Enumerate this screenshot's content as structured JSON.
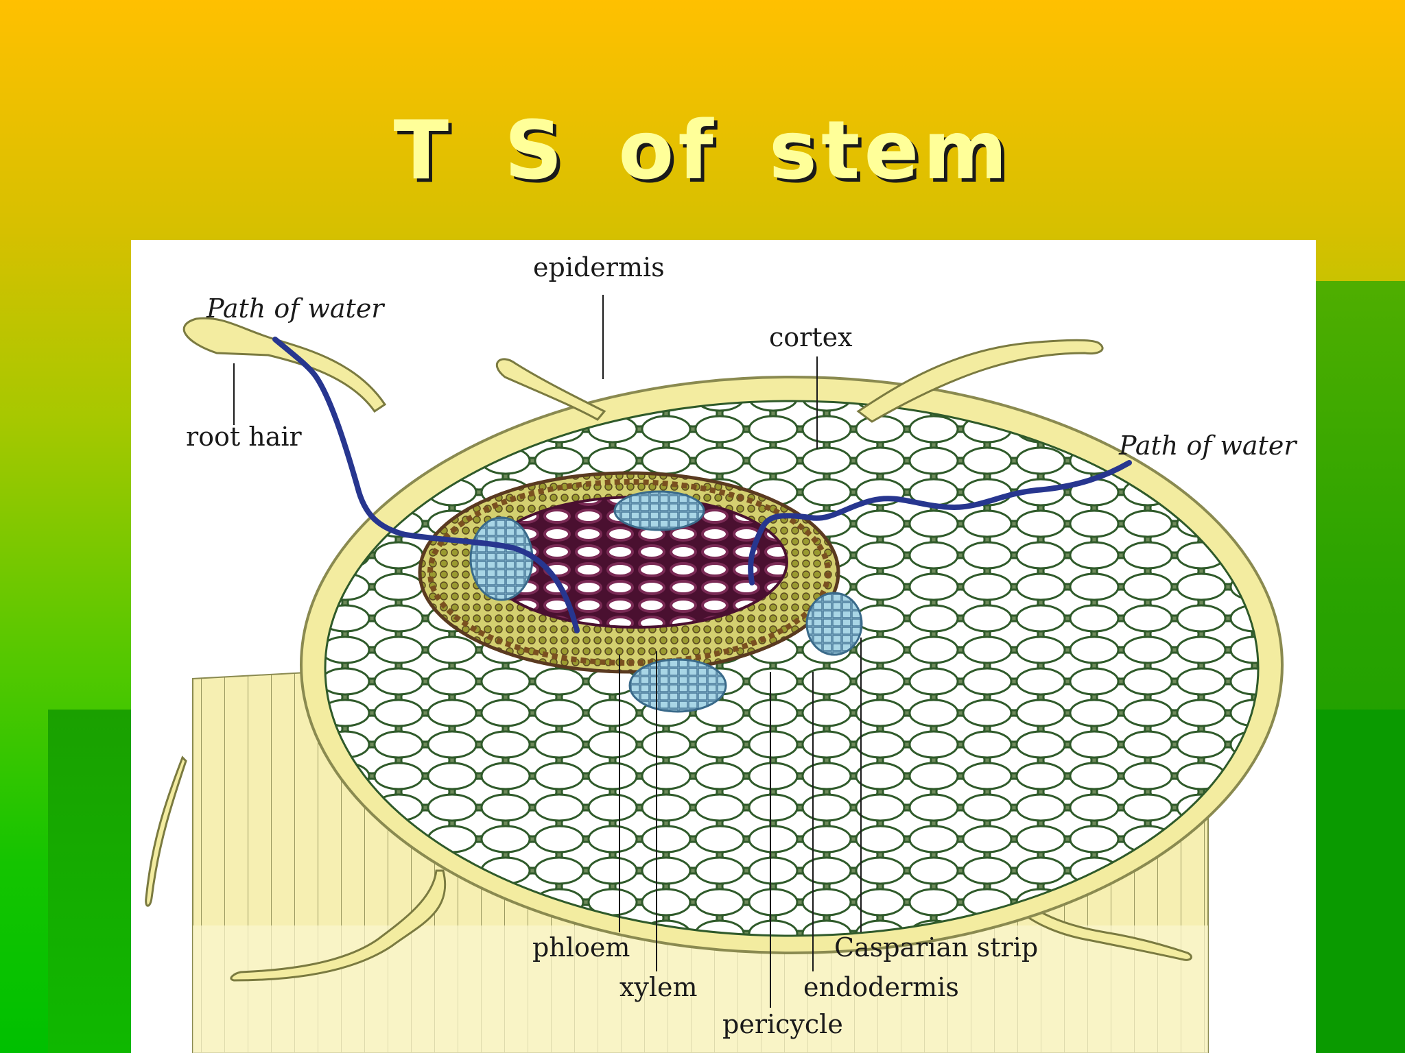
{
  "slide": {
    "title": "T S  of stem"
  },
  "diagram": {
    "labels": {
      "epidermis": "epidermis",
      "path_of_water_left": "Path of water",
      "root_hair": "root hair",
      "cortex": "cortex",
      "path_of_water_right": "Path of water",
      "phloem": "phloem",
      "xylem": "xylem",
      "pericycle": "pericycle",
      "casparian_strip": "Casparian strip",
      "endodermis": "endodermis"
    },
    "colors": {
      "epidermis": "#f3eca0",
      "cortex_cell": "#ffffff",
      "cell_wall": "#2f5a2a",
      "xylem": "#5a1a3a",
      "phloem": "#8fc3d8",
      "pericycle": "#c8c860",
      "water_path": "#27368f"
    }
  }
}
